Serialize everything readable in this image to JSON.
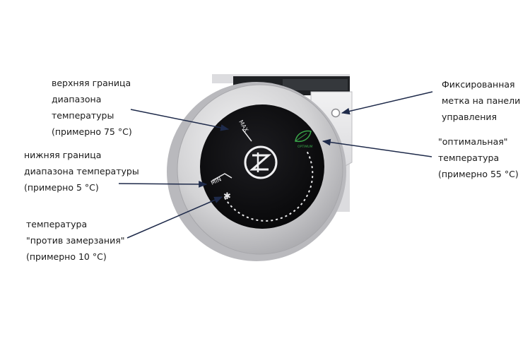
{
  "callouts": {
    "upper": [
      "верхняя граница",
      "диапазона",
      "температуры",
      "(примерно 75 °C)"
    ],
    "lower": [
      "нижняя граница",
      "диапазона температуры",
      "(примерно 5 °C)"
    ],
    "antifreeze": [
      "температура",
      "\"против замерзания\"",
      "(примерно 10 °C)"
    ],
    "fixed_mark": [
      "Фиксированная",
      "метка на панели",
      "управления"
    ],
    "optimal": [
      "\"оптимальная\"",
      "температура",
      "(примерно 55 °C)"
    ]
  },
  "dial": {
    "max_label": "MAX",
    "min_label": "MIN",
    "eco_label": "OPTIMUM",
    "snowflake": "✱"
  },
  "colors": {
    "text": "#1a1a1a",
    "arrow": "#1e2a4a",
    "knob_face": "#0c0c0e",
    "knob_ring": "#c9c9cb",
    "body": "#e6e6e8",
    "eco_green": "#3aa64a"
  }
}
